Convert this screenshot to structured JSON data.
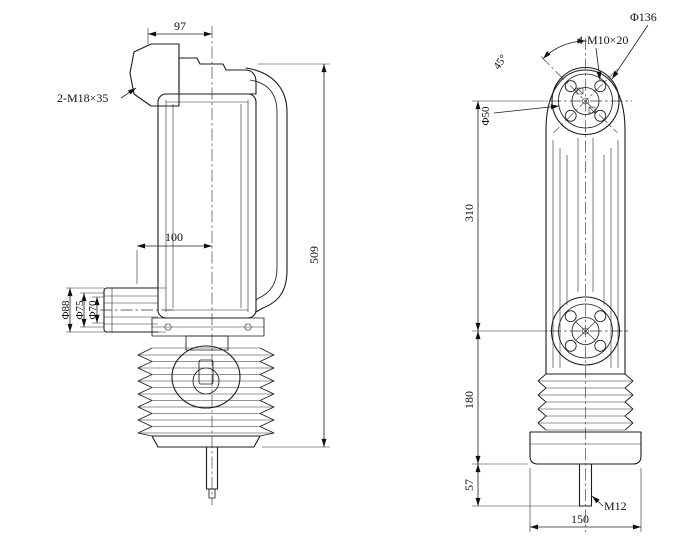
{
  "left_view": {
    "dim_top_width": "97",
    "thread_label": "2-M18×35",
    "dim_offset": "100",
    "dim_height": "509",
    "dim_d88": "Φ88",
    "dim_d75": "Φ75",
    "dim_d70": "Φ70"
  },
  "right_view": {
    "dim_d136": "Φ136",
    "bolt_label": "4-M10×20",
    "dim_angle": "45°",
    "dim_d50": "Φ50",
    "dim_310": "310",
    "dim_180": "180",
    "dim_57": "57",
    "thread_label": "M12",
    "dim_base_width": "150"
  }
}
